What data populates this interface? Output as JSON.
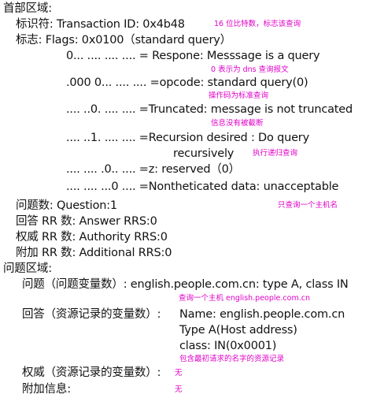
{
  "accent_color": "#e000c8",
  "header_section": {
    "title": "首部区域:",
    "transaction_id": "标识符: Transaction ID: 0x4b48",
    "transaction_id_note": "16 位比特数，标志该查询",
    "flags": "标志:   Flags:  0x0100（standard query）",
    "bits": [
      {
        "text": "0... .... .... .... =  Respone: Messsage is a query",
        "note": "0 表示为 dns 查询报文"
      },
      {
        "text": ".000 0... .... .... =opcode:  standard query(0)",
        "note": "操作码为标准查询"
      },
      {
        "text": ".... ..0. .... .... =Truncated: message is not truncated",
        "note": "信息没有被截断"
      },
      {
        "text": "....  ..1.  ....  .... =Recursion  desired :  Do  query",
        "text_cont": "recursively",
        "note": "执行递归查询"
      },
      {
        "text": ".... .... .0.. .... =z: reserved（0）",
        "note": ""
      },
      {
        "text": ".... .... ...0 .... =Nontheticated data:  unacceptable",
        "note": ""
      }
    ],
    "questions": "问题数: Question:1",
    "questions_note": "只查询一个主机名",
    "answer_rrs": "回答 RR 数: Answer RRS:0",
    "authority_rrs": "权威 RR 数: Authority RRS:0",
    "additional_rrs": "附加 RR 数: Additional RRS:0"
  },
  "question_section": {
    "title": "问题区域:",
    "query": "问题（问题变量数）: english.people.com.cn: type A, class IN",
    "query_note": "查询一个主机 english.people.com.cn",
    "answer_label": "回答（资源记录的变量数）:",
    "answer_name": "Name: english.people.com.cn",
    "answer_type": "Type A(Host address)",
    "answer_class": "class: IN(0x0001)",
    "answer_note": "包含最初请求的名字的资源记录",
    "authority_label": "权威（资源记录的变量数）:",
    "authority_note": "无",
    "additional_label": "附加信息:",
    "additional_note": "无"
  }
}
